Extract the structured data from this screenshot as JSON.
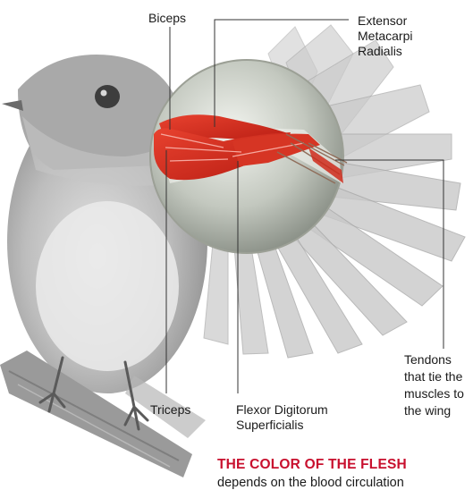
{
  "labels": {
    "biceps": "Biceps",
    "extensor": [
      "Extensor",
      "Metacarpi",
      "Radialis"
    ],
    "triceps": "Triceps",
    "flexor": [
      "Flexor Digitorum",
      "Superficialis"
    ],
    "tendons": [
      "Tendons",
      "that tie the",
      "muscles to",
      "the wing"
    ]
  },
  "caption": {
    "heading": "THE COLOR OF THE FLESH",
    "body": "depends on the blood circulation"
  },
  "colors": {
    "muscle": "#d42a1e",
    "caption_heading": "#c8102e",
    "bird_gray": "#a9a9a9",
    "leader_line": "#333333"
  }
}
